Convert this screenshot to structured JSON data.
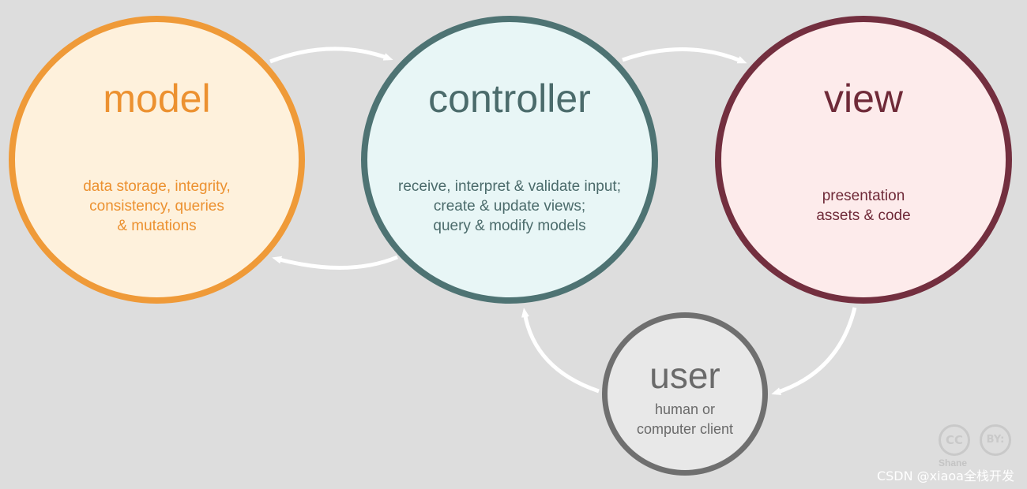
{
  "colors": {
    "background": "#dddddd",
    "arrow": "#ffffff",
    "model": "#ef9a38",
    "controller": "#4e7373",
    "view": "#732f3f",
    "user": "#6f6f6f"
  },
  "nodes": {
    "model": {
      "title": "model",
      "lines": [
        "data storage, integrity,",
        "consistency, queries",
        "& mutations"
      ]
    },
    "controller": {
      "title": "controller",
      "lines": [
        "receive, interpret & validate input;",
        "create & update views;",
        "query & modify models"
      ]
    },
    "view": {
      "title": "view",
      "lines": [
        "presentation",
        "assets & code"
      ]
    },
    "user": {
      "title": "user",
      "lines": [
        "human or",
        "computer client"
      ]
    }
  },
  "edges": [
    {
      "from": "model",
      "to": "controller"
    },
    {
      "from": "controller",
      "to": "model"
    },
    {
      "from": "controller",
      "to": "view"
    },
    {
      "from": "view",
      "to": "user"
    },
    {
      "from": "user",
      "to": "controller"
    }
  ],
  "license": {
    "cc_icon": "cc-icon",
    "cc_text": "CC",
    "by_icon": "attribution-icon",
    "by_text": "BY:",
    "author": "Shane"
  },
  "watermark": "CSDN @xiaoa全栈开发"
}
